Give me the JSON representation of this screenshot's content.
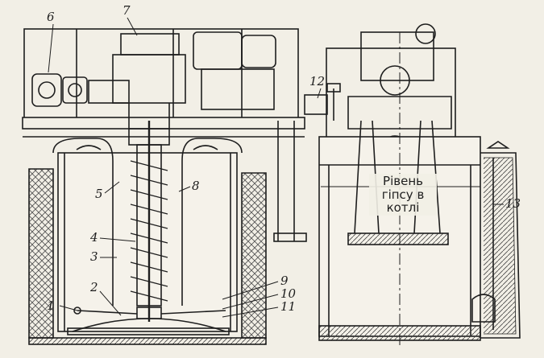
{
  "callouts": {
    "c1": "1",
    "c2": "2",
    "c3": "3",
    "c4": "4",
    "c5": "5",
    "c6": "6",
    "c7": "7",
    "c8": "8",
    "c9": "9",
    "c10": "10",
    "c11": "11",
    "c12": "12",
    "c13": "13"
  },
  "level_label": {
    "line1": "Рівень",
    "line2": "гіпсу в",
    "line3": "котлі"
  },
  "colors": {
    "ink": "#1e1e1e",
    "paper": "#f2efe6",
    "hatch": "#6a6a6a"
  }
}
